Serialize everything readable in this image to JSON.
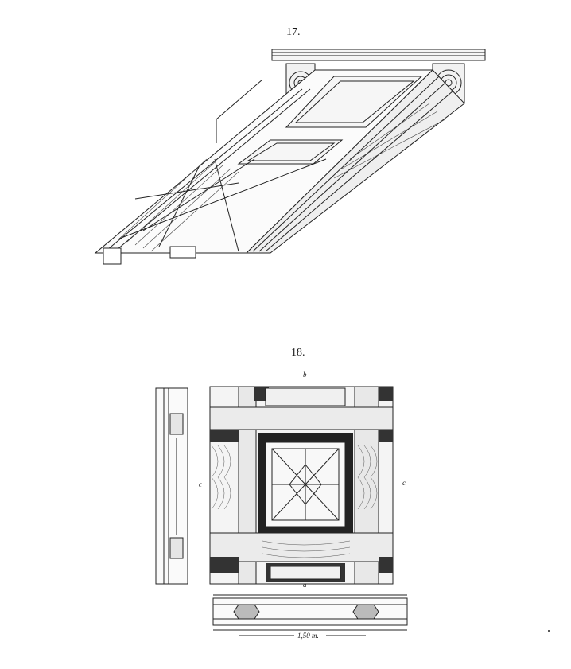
{
  "figures": [
    {
      "number": "17."
    },
    {
      "number": "18.",
      "labels": {
        "top": "b",
        "left": "c",
        "right": "c",
        "bottom": "a",
        "scale": "1,50 m."
      }
    }
  ]
}
